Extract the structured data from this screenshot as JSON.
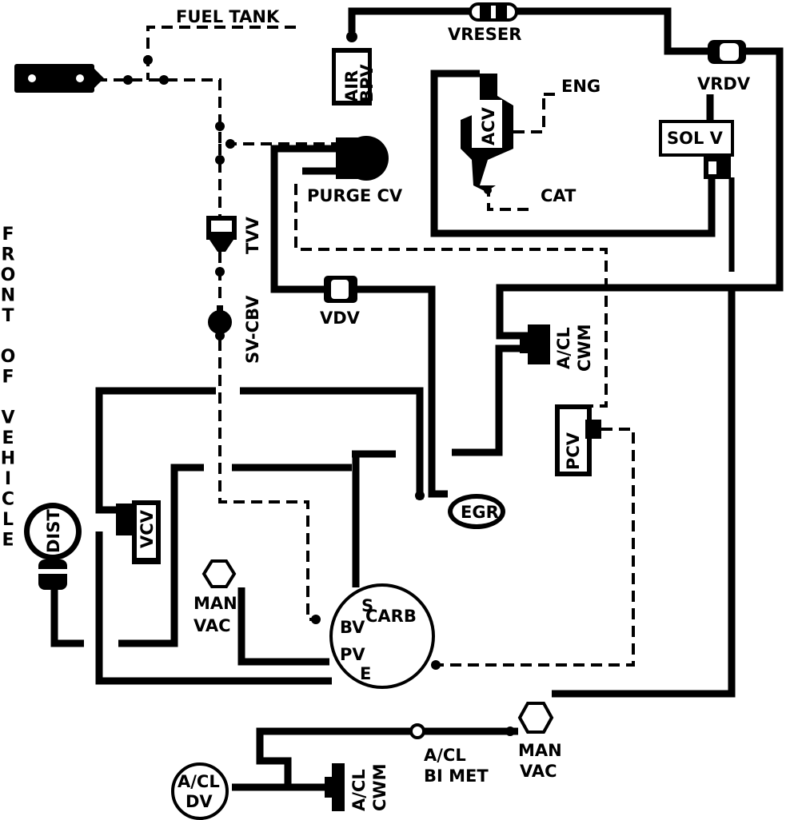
{
  "labels": {
    "fuel_tank": "FUEL TANK",
    "vreser": "VRESER",
    "vrdv": "VRDV",
    "air_bpv_line1": "AIR",
    "air_bpv_line2": "BPV",
    "eng": "ENG",
    "acv": "ACV",
    "cat": "CAT",
    "sol_v": "SOL V",
    "purge_cv": "PURGE CV",
    "tvv": "TVV",
    "sv_cbv": "SV-CBV",
    "vdv": "VDV",
    "acl_cwm_upper_line1": "A/CL",
    "acl_cwm_upper_line2": "CWM",
    "pcv": "PCV",
    "egr": "EGR",
    "dist": "DIST",
    "vcv": "VCV",
    "man_vac_upper_line1": "MAN",
    "man_vac_upper_line2": "VAC",
    "carb": "CARB",
    "port_s": "S",
    "port_bv": "BV",
    "port_pv": "PV",
    "port_e": "E",
    "acl_bimet_line1": "A/CL",
    "acl_bimet_line2": "BI MET",
    "man_vac_lower_line1": "MAN",
    "man_vac_lower_line2": "VAC",
    "acl_dv_line1": "A/CL",
    "acl_dv_line2": "DV",
    "acl_cwm_lower_line1": "A/CL",
    "acl_cwm_lower_line2": "CWM"
  },
  "side_text": [
    "F",
    "R",
    "O",
    "N",
    "T",
    "",
    "O",
    "F",
    "",
    "V",
    "E",
    "H",
    "I",
    "C",
    "L",
    "E"
  ]
}
